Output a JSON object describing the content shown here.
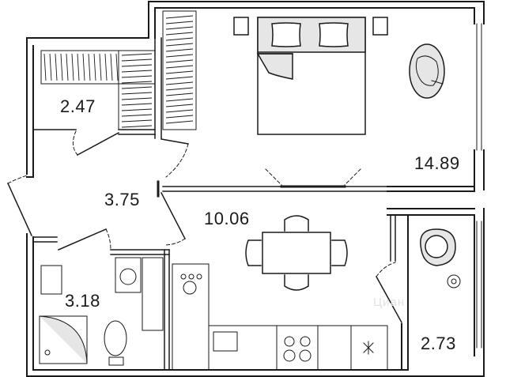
{
  "rooms": {
    "bedroom": {
      "area": "14.89"
    },
    "kitchen_living": {
      "area": "10.06"
    },
    "hallway": {
      "area": "3.75"
    },
    "wardrobe": {
      "area": "2.47"
    },
    "bathroom": {
      "area": "3.18"
    },
    "balcony": {
      "area": "2.73"
    }
  },
  "watermark": "Циан",
  "colors": {
    "wall": "#1a1a1a",
    "furniture": "#222222",
    "tint": "#e6e6e6"
  },
  "icons": [
    "bed-icon",
    "pillow-icon",
    "rug-icon",
    "dining-table-icon",
    "chair-icon",
    "armchair-icon",
    "washing-machine-icon",
    "stove-icon",
    "sink-icon",
    "toilet-icon",
    "shower-icon",
    "wardrobe-icon",
    "fridge-icon",
    "plant-icon"
  ]
}
